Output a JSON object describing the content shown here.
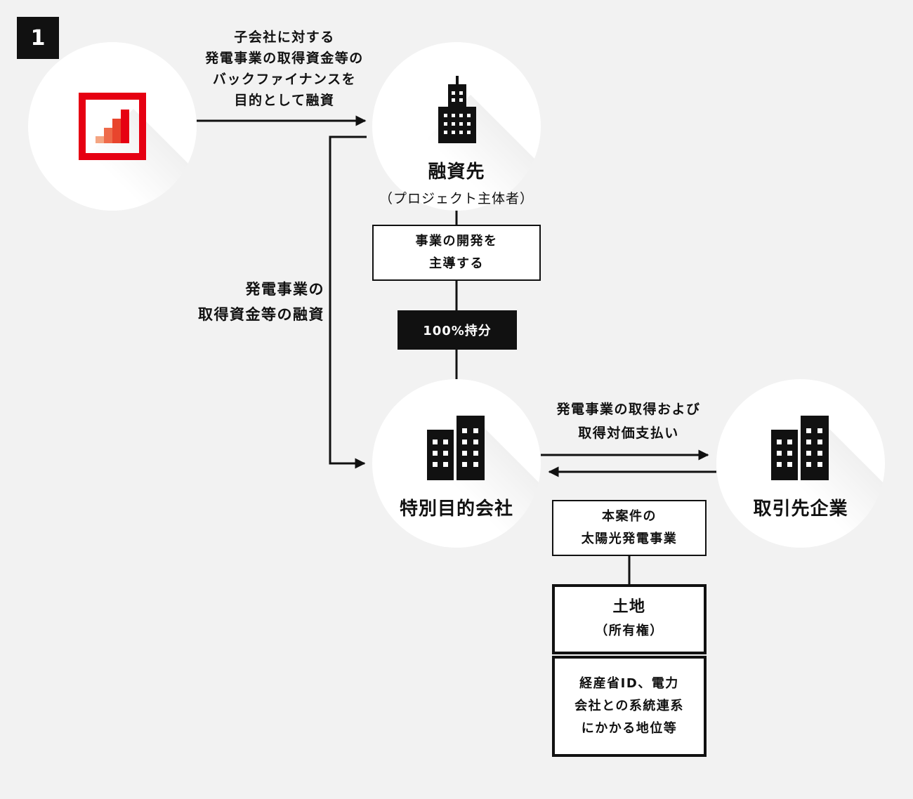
{
  "step_number": "1",
  "lender_logo": {
    "colors": {
      "frame": "#e60012",
      "bar1": "#f4a582",
      "bar2": "#ee6a4a",
      "bar3": "#e8452d",
      "bar4": "#e60012"
    }
  },
  "financing_arrow_label": [
    "子会社に対する",
    "発電事業の取得資金等の",
    "バックファイナンスを",
    "目的として融資"
  ],
  "borrower": {
    "title": "融資先",
    "subtitle": "（プロジェクト主体者）"
  },
  "leads_box": [
    "事業の開発を",
    "主導する"
  ],
  "ownership_box": "100%持分",
  "side_label": [
    "発電事業の",
    "取得資金等の融資"
  ],
  "spc": {
    "title": "特別目的会社"
  },
  "trade_label": [
    "発電事業の取得および",
    "取得対価支払い"
  ],
  "counterparty": {
    "title": "取引先企業"
  },
  "project_box": [
    "本案件の",
    "太陽光発電事業"
  ],
  "land_box": {
    "title": "土地",
    "subtitle": "（所有権）"
  },
  "rights_box": [
    "経産省ID、電力",
    "会社との系統連系",
    "にかかる地位等"
  ]
}
